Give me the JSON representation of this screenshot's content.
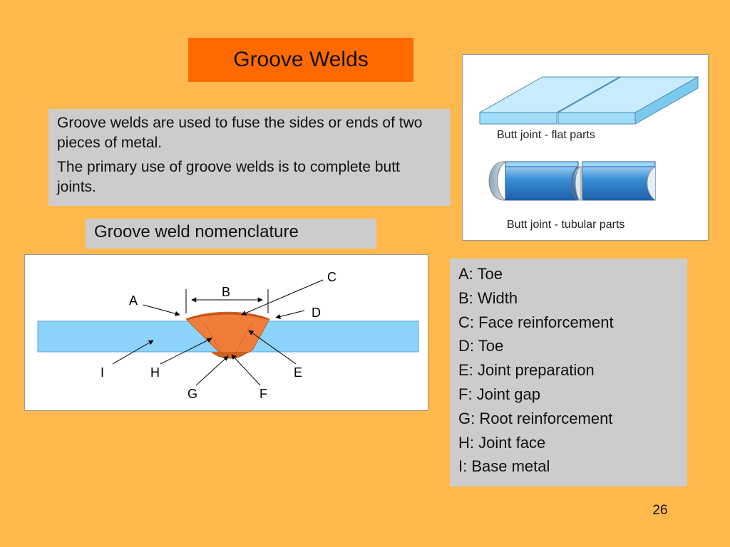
{
  "slide": {
    "title": "Groove Welds",
    "page_number": "26"
  },
  "intro": {
    "paragraphs": [
      "Groove welds are used to fuse the sides or ends of two pieces of metal.",
      "The primary use of groove welds is to complete butt joints."
    ]
  },
  "joint_figure": {
    "flat_caption": "Butt joint - flat parts",
    "tubular_caption": "Butt joint - tubular parts"
  },
  "nomenclature": {
    "heading": "Groove weld nomenclature",
    "diagram_labels": {
      "a": "A",
      "b": "B",
      "c": "C",
      "d": "D",
      "e": "E",
      "f": "F",
      "g": "G",
      "h": "H",
      "i": "I"
    },
    "legend": [
      "A:  Toe",
      "B:  Width",
      "C:  Face reinforcement",
      "D:  Toe",
      "E:  Joint preparation",
      "F:  Joint gap",
      "G:  Root reinforcement",
      "H:  Joint face",
      "I:  Base metal"
    ]
  },
  "colors": {
    "background": "#FFB84C",
    "title_fill": "#FF6A00",
    "text_box_fill": "#CCCCCC",
    "base_metal": "#8CD3FA",
    "weld_metal": "#F07C3A"
  }
}
